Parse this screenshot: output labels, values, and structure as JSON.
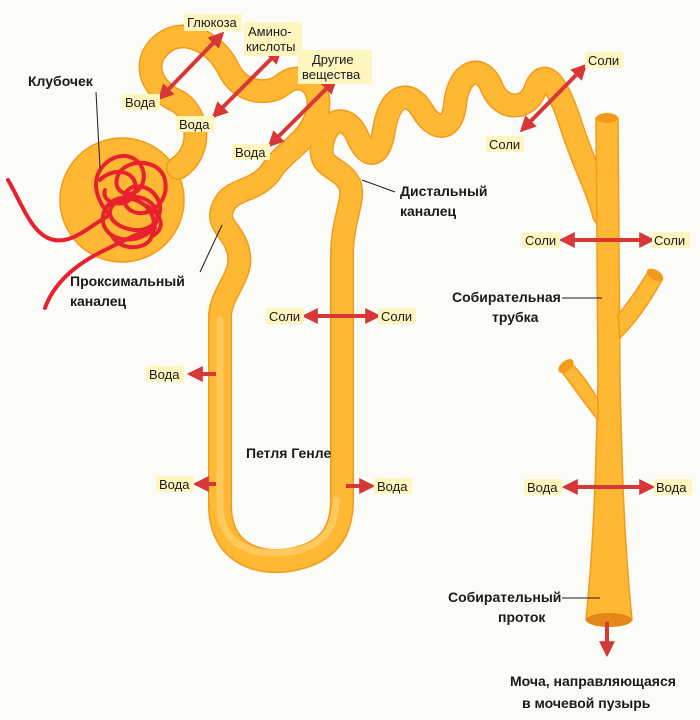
{
  "colors": {
    "tubule": "#ffb833",
    "tubule_edge": "#f29a1c",
    "glomerulus": "#e8212f",
    "arrow": "#d63838",
    "tag": "#fff6bf",
    "background": "#fbfbf8"
  },
  "labels": {
    "glomerulus": "Клубочек",
    "proximal": [
      "Проксимальный",
      "каналец"
    ],
    "distal": [
      "Дистальный",
      "каналец"
    ],
    "loop": "Петля Генле",
    "collecting_tube": [
      "Собирательная",
      "трубка"
    ],
    "collecting_duct": [
      "Собирательный",
      "проток"
    ],
    "urine": [
      "Моча, направляющаяся",
      "в мочевой пузырь"
    ]
  },
  "substances": {
    "glucose": "Глюкоза",
    "amino": [
      "Амино-",
      "кислоты"
    ],
    "other": [
      "Другие",
      "вещества"
    ],
    "water": "Вода",
    "salts": "Соли"
  }
}
